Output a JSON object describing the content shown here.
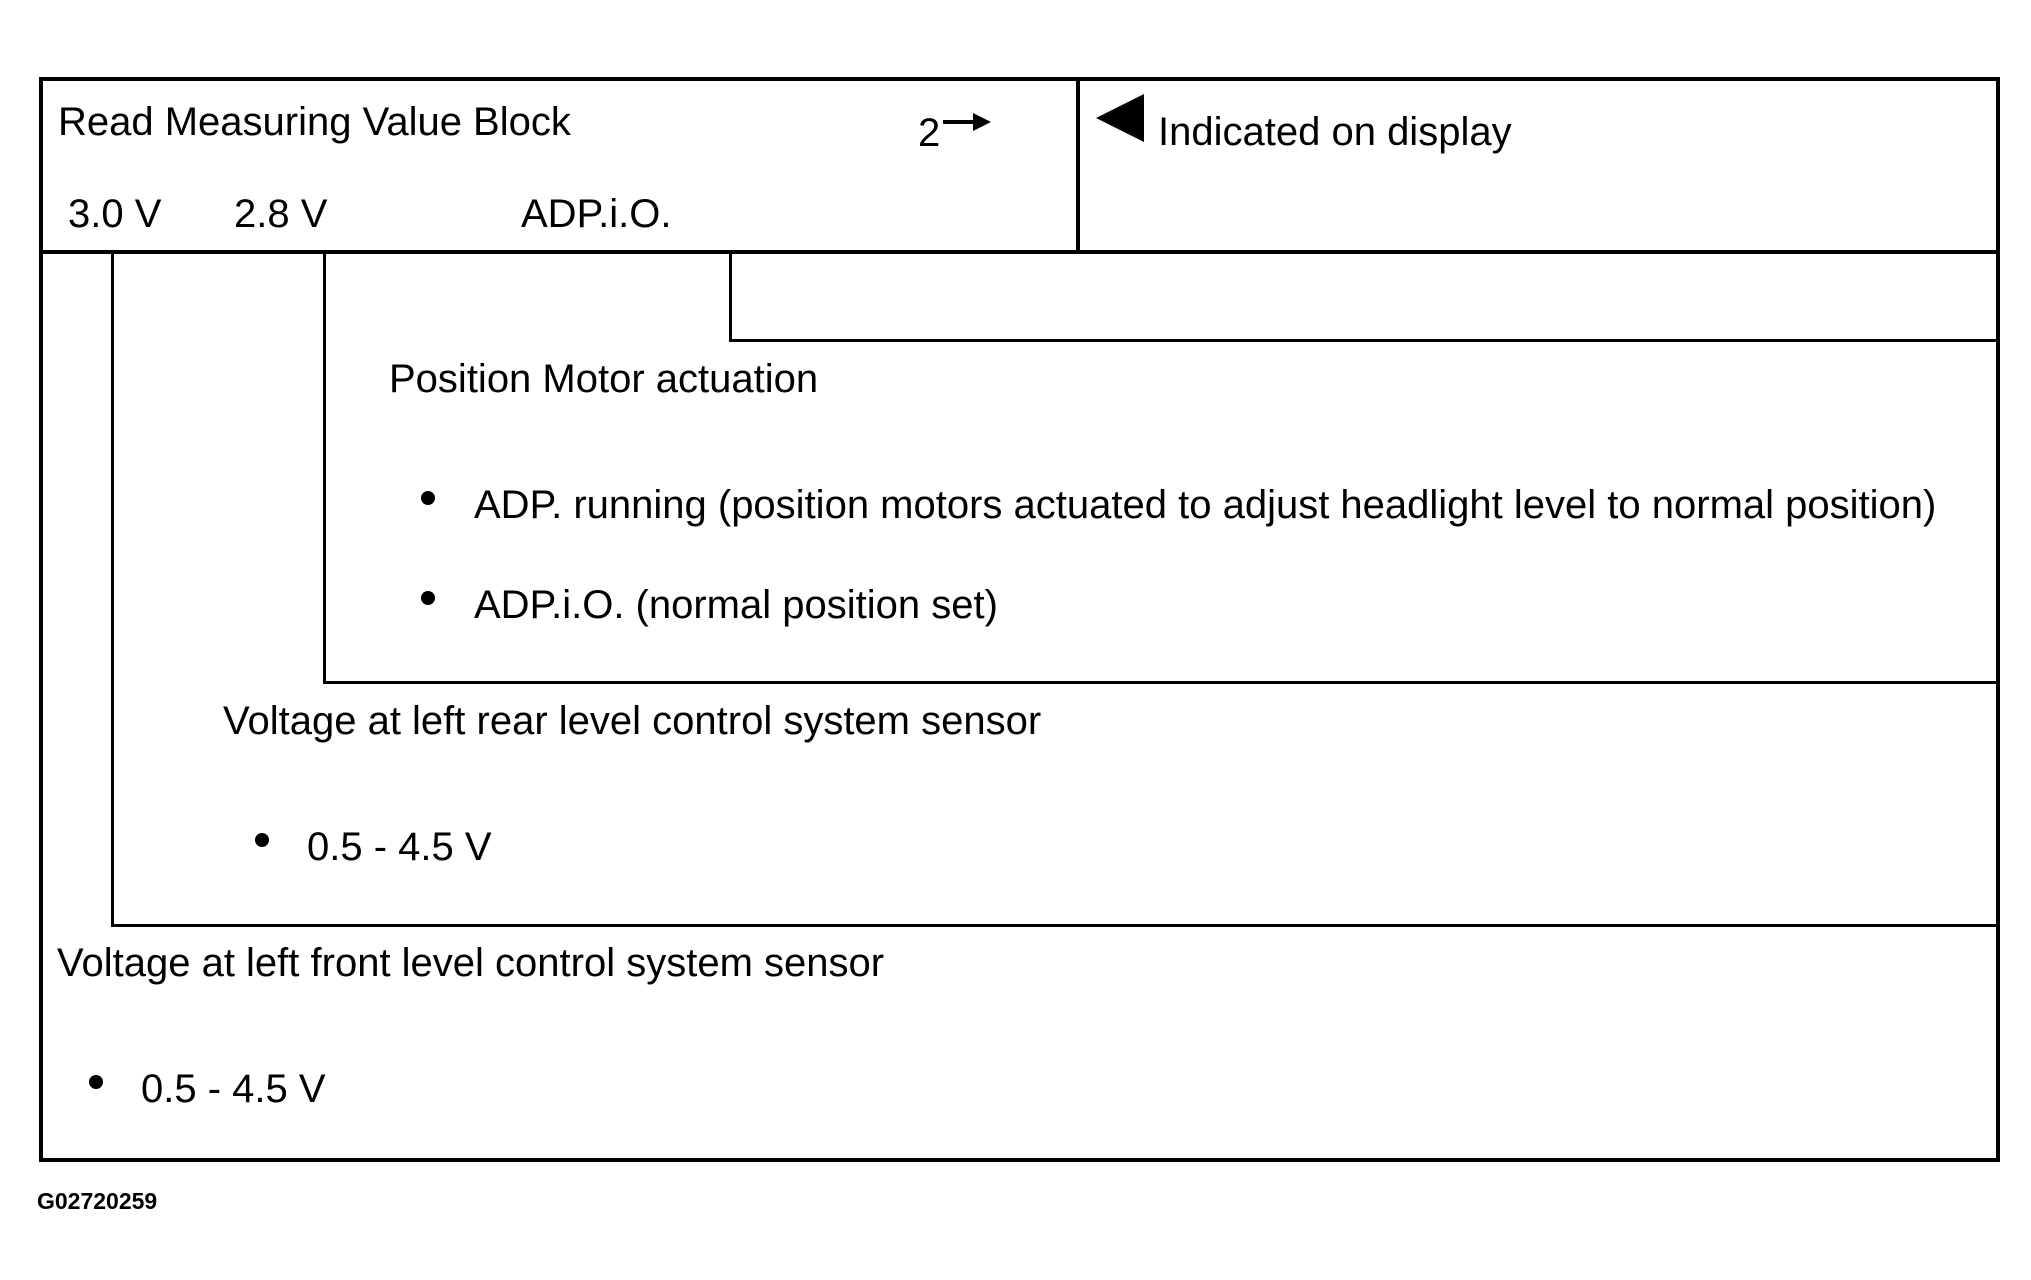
{
  "header": {
    "title": "Read Measuring Value Block",
    "page_number": "2",
    "indicator_text": "Indicated on display",
    "values": [
      "3.0 V",
      "2.8 V",
      "ADP.i.O."
    ]
  },
  "position_motor": {
    "title": "Position Motor actuation",
    "items": [
      "ADP. running (position motors actuated to adjust headlight level to normal position)",
      "ADP.i.O. (normal position set)"
    ]
  },
  "left_rear": {
    "title": "Voltage at left rear level control system sensor",
    "items": [
      "0.5 - 4.5 V"
    ]
  },
  "left_front": {
    "title": "Voltage at left front level control system sensor",
    "items": [
      "0.5 - 4.5 V"
    ]
  },
  "figure_id": "G02720259",
  "icons": [
    "right-arrow-icon",
    "left-triangle-icon"
  ]
}
